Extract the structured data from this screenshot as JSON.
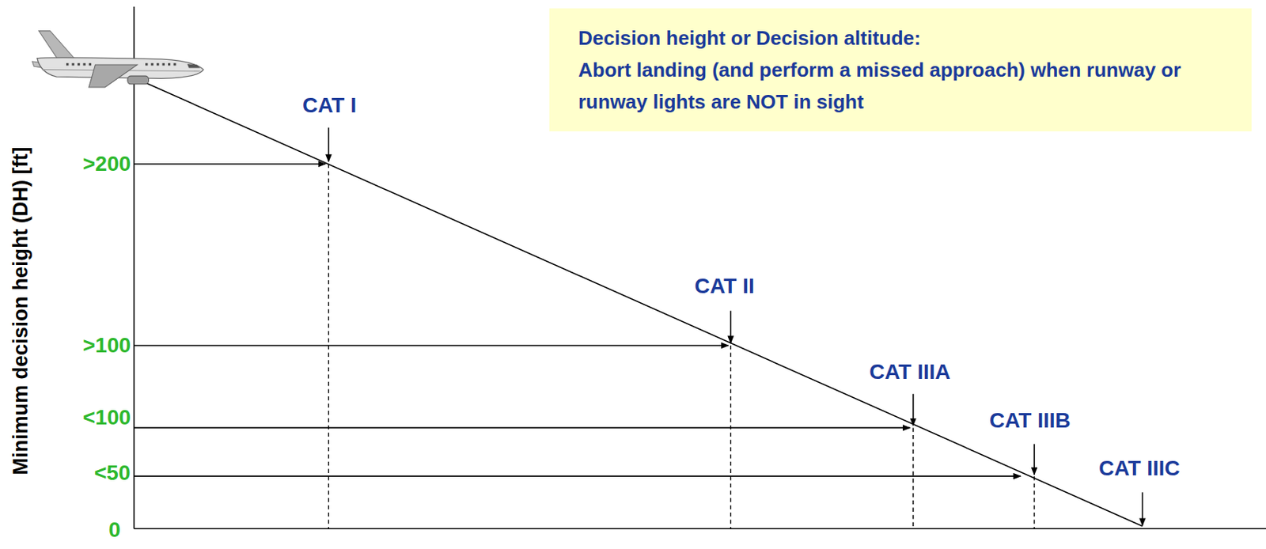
{
  "diagram": {
    "nodes": [
      {
        "text": [
          "Decision height or Decision altitude:",
          "Abort landing (and perform a missed approach) when runway or runway lights are NOT in sight"
        ]
      }
    ],
    "labels": [
      "Minimum decision height (DH) [ft]",
      ">200",
      ">100",
      "<100",
      "<50",
      "0",
      "CAT I",
      "CAT II",
      "CAT IIIA",
      "CAT IIIB",
      "CAT IIIC"
    ]
  }
}
